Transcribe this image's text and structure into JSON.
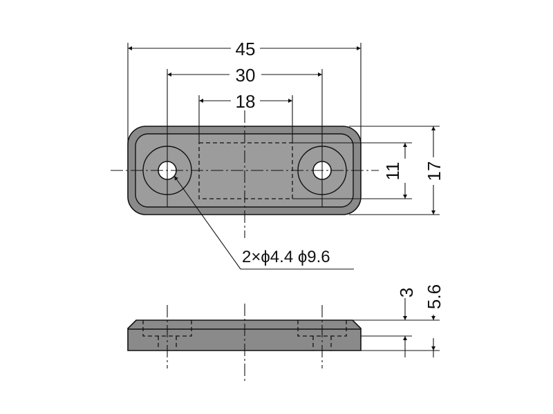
{
  "colors": {
    "line": "#111111",
    "body": "#8a8a8a",
    "face": "#9c9c9c",
    "background": "#ffffff"
  },
  "dimensions": {
    "overall_width": "45",
    "hole_spacing": "30",
    "recess_width": "18",
    "inner_height": "11",
    "overall_height": "17",
    "recess_depth": "3",
    "thickness": "5.6"
  },
  "callout": {
    "holes": "2×ϕ4.4 ϕ9.6"
  }
}
